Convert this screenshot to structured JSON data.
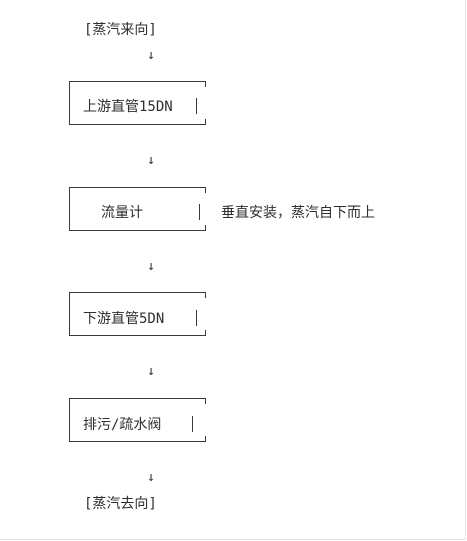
{
  "flow": {
    "start": "[蒸汽来向]",
    "end": "[蒸汽去向]",
    "arrow": "↓",
    "steps": [
      {
        "label": "上游直管15DN"
      },
      {
        "label": "流量计",
        "note": "垂直安装，蒸汽自下而上"
      },
      {
        "label": "下游直管5DN"
      },
      {
        "label": "排污/疏水阀"
      }
    ]
  }
}
